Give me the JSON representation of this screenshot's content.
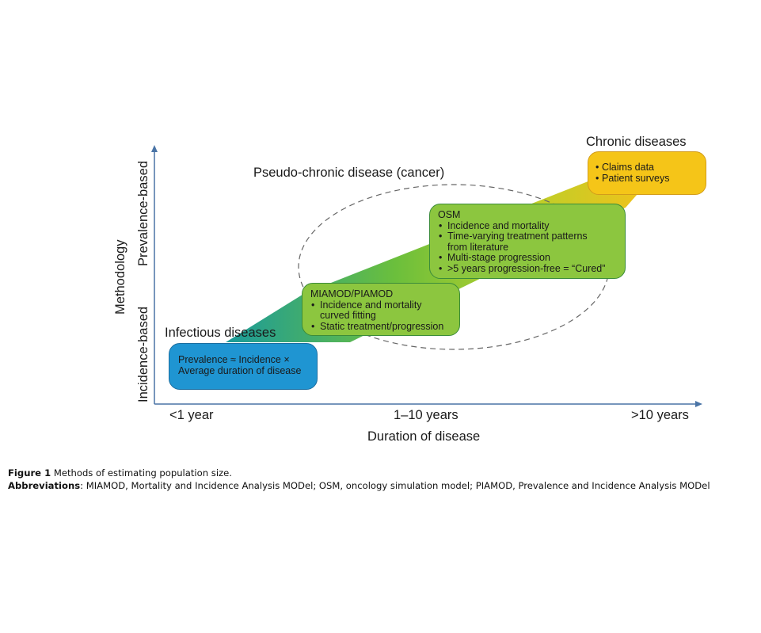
{
  "axes": {
    "y_title": "Methodology",
    "y_ticks": [
      "Incidence-based",
      "Prevalence-based"
    ],
    "x_title": "Duration of disease",
    "x_ticks": [
      "<1 year",
      "1–10 years",
      ">10 years"
    ],
    "axis_color": "#4a74a6"
  },
  "groups": {
    "infectious": "Infectious diseases",
    "pseudo_chronic": "Pseudo-chronic disease (cancer)",
    "chronic": "Chronic diseases"
  },
  "boxes": {
    "infectious": {
      "lines": [
        "Prevalence ≈ Incidence ×",
        "Average duration of disease"
      ],
      "color": "#1f95d2",
      "border": "#1c6ea0"
    },
    "miamod": {
      "title": "MIAMOD/PIAMOD",
      "bullets": [
        "Incidence and mortality curved fitting",
        "Static treatment/progression"
      ],
      "color": "#8cc63f",
      "border": "#3b8c3a"
    },
    "osm": {
      "title": "OSM",
      "bullets": [
        "Incidence and mortality",
        "Time-varying treatment patterns from literature",
        "Multi-stage progression",
        ">5 years progression-free = “Cured”"
      ],
      "color": "#8cc63f",
      "border": "#3b8c3a"
    },
    "chronic": {
      "bullets": [
        "Claims data",
        "Patient surveys"
      ],
      "color": "#f5c518",
      "border": "#d29c1b"
    }
  },
  "band_colors": [
    "#1a9b9b",
    "#6bbf3c",
    "#b9cf2a",
    "#f2c21a"
  ],
  "caption": {
    "figure_label": "Figure 1",
    "figure_text": "Methods of estimating population size.",
    "abbrev_label": "Abbreviations",
    "abbrev_text": ": MIAMOD, Mortality and Incidence Analysis MODel; OSM, oncology simulation model; PIAMOD, Prevalence and Incidence Analysis MODel"
  }
}
